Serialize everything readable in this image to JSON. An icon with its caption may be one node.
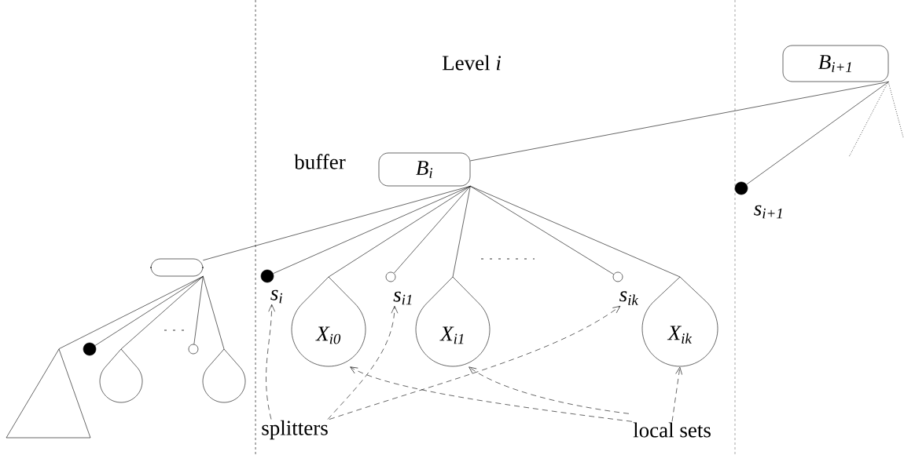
{
  "diagram": {
    "nodes": [
      {
        "text": [
          "B$_{i+1}$"
        ]
      },
      {
        "text": [
          "B$_{i}$"
        ]
      },
      {
        "text": [],
        "shape": "box"
      },
      {
        "text": [],
        "shape": "circle",
        "beside": [
          "s$_{i+1}$"
        ]
      },
      {
        "text": [],
        "shape": "circle",
        "beside": [
          "s$_{i}$"
        ]
      },
      {
        "text": [
          "X$_{i0}$"
        ]
      },
      {
        "text": [],
        "shape": "circle",
        "beside": [
          "s$_{i1}$"
        ]
      },
      {
        "text": [
          "X$_{i1}$"
        ]
      },
      {
        "text": [],
        "shape": "circle",
        "beside": [
          "s$_{ik}$"
        ]
      },
      {
        "text": [
          "X$_{ik}$"
        ]
      },
      {
        "text": [],
        "shape": "triangle"
      },
      {
        "text": [],
        "shape": "circle"
      },
      {
        "text": [],
        "shape": "drop"
      },
      {
        "text": [],
        "shape": "circle"
      },
      {
        "text": [],
        "shape": "drop"
      },
      {
        "text": [
          "splitters"
        ]
      },
      {
        "text": [
          "local sets"
        ]
      }
    ],
    "edges": [
      {
        "from": 0,
        "to": 1,
        "arrow": "none"
      },
      {
        "from": 0,
        "to": 3,
        "arrow": "none"
      },
      {
        "from": 1,
        "to": 2,
        "arrow": "none"
      },
      {
        "from": 1,
        "to": 4,
        "arrow": "none"
      },
      {
        "from": 1,
        "to": 5,
        "arrow": "none"
      },
      {
        "from": 1,
        "to": 6,
        "arrow": "none"
      },
      {
        "from": 1,
        "to": 7,
        "arrow": "none"
      },
      {
        "from": 1,
        "to": 8,
        "arrow": "none"
      },
      {
        "from": 1,
        "to": 9,
        "arrow": "none"
      },
      {
        "from": 2,
        "to": 10,
        "arrow": "none"
      },
      {
        "from": 2,
        "to": 11,
        "arrow": "none"
      },
      {
        "from": 2,
        "to": 12,
        "arrow": "none"
      },
      {
        "from": 2,
        "to": 13,
        "arrow": "none"
      },
      {
        "from": 2,
        "to": 14,
        "arrow": "none"
      },
      {
        "from": 15,
        "to": 4,
        "arrow": "to",
        "style": "dashed"
      },
      {
        "from": 15,
        "to": 6,
        "arrow": "to",
        "style": "dashed"
      },
      {
        "from": 15,
        "to": 8,
        "arrow": "to",
        "style": "dashed"
      },
      {
        "from": 16,
        "to": 5,
        "arrow": "to",
        "style": "dashed"
      },
      {
        "from": 16,
        "to": 7,
        "arrow": "to",
        "style": "dashed"
      },
      {
        "from": 16,
        "to": 9,
        "arrow": "to",
        "style": "dashed"
      }
    ],
    "labels": [
      "Level *i*",
      "buffer"
    ]
  }
}
